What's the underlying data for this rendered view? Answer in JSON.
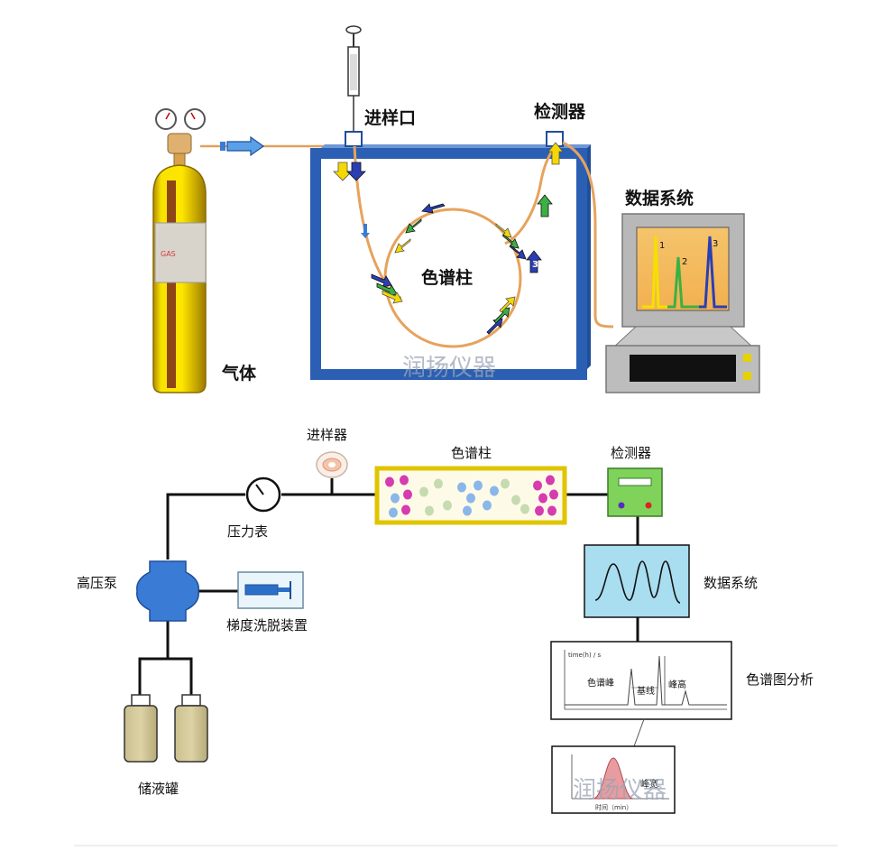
{
  "top_diagram": {
    "injector_label": "进样口",
    "detector_label": "检测器",
    "data_system_label": "数据系统",
    "column_label": "色谱柱",
    "gas_label": "气体",
    "cylinder_tag": "GAS",
    "peak_numbers": [
      "1",
      "2",
      "3"
    ],
    "arrow_number": "3",
    "watermark": "润扬仪器"
  },
  "bottom_diagram": {
    "sampler_label": "进样器",
    "column_label": "色谱柱",
    "detector_label": "检测器",
    "pressure_gauge_label": "压力表",
    "pump_label": "高压泵",
    "gradient_label": "梯度洗脱装置",
    "data_system_label": "数据系统",
    "reservoir_label": "储液罐",
    "chromatogram_label": "色谱图分析",
    "chromatogram": {
      "peak_label": "色谱峰",
      "baseline_label": "基线",
      "peak_height_label": "峰高",
      "time_unit": "time(h) / s"
    },
    "inset": {
      "x_label": "时间（min）",
      "peak_width_label": "峰宽",
      "watermark": "润扬仪器"
    }
  },
  "colors": {
    "column_frame": "#2b5fb3",
    "tubing": "#e6a35c",
    "cylinder": "#f5d800",
    "pump": "#3a7bd5",
    "detector_box": "#7fd35a",
    "data_panel": "#a9ddf0",
    "bottom_column_border": "#e0c400"
  }
}
